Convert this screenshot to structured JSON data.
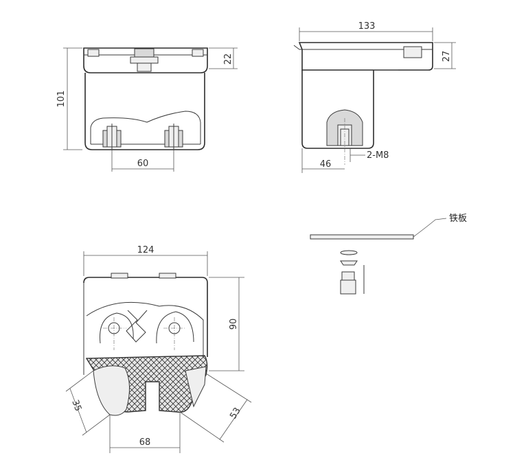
{
  "front_view": {
    "width_label": "60",
    "height_label": "101",
    "top_label": "22"
  },
  "side_view": {
    "width_label": "133",
    "height_label": "27",
    "offset_label": "46",
    "bolt_label": "2-M8"
  },
  "bottom_view": {
    "width_label": "124",
    "height_label": "90",
    "left_label": "35",
    "right_label": "53",
    "base_label": "68"
  },
  "parts": {
    "plate_label": "铁板"
  }
}
